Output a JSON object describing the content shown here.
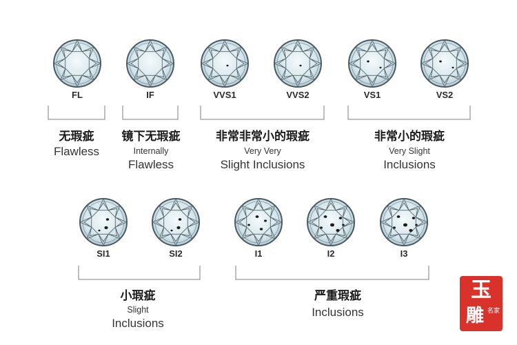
{
  "gems": [
    {
      "id": "fl",
      "label": "FL",
      "inclusions": 0
    },
    {
      "id": "if",
      "label": "IF",
      "inclusions": 0
    },
    {
      "id": "vvs1",
      "label": "VVS1",
      "inclusions": 1
    },
    {
      "id": "vvs2",
      "label": "VVS2",
      "inclusions": 1
    },
    {
      "id": "vs1",
      "label": "VS1",
      "inclusions": 2
    },
    {
      "id": "vs2",
      "label": "VS2",
      "inclusions": 2
    },
    {
      "id": "si1",
      "label": "SI1",
      "inclusions": 3
    },
    {
      "id": "si2",
      "label": "SI2",
      "inclusions": 3
    },
    {
      "id": "i1",
      "label": "I1",
      "inclusions": 4
    },
    {
      "id": "i2",
      "label": "I2",
      "inclusions": 5
    },
    {
      "id": "i3",
      "label": "I3",
      "inclusions": 5
    }
  ],
  "groups": {
    "flawless": {
      "cn": "无瑕疵",
      "en_line1": "Flawless",
      "en_line2": ""
    },
    "internally_flawless": {
      "cn": "镜下无瑕疵",
      "en_line1": "Internally",
      "en_line2": "Flawless"
    },
    "vvs": {
      "cn": "非常非常小的瑕疵",
      "en_line1": "Very Very",
      "en_line2": "Slight Inclusions"
    },
    "vs": {
      "cn": "非常小的瑕疵",
      "en_line1": "Very Slight",
      "en_line2": "Inclusions"
    },
    "si": {
      "cn": "小瑕疵",
      "en_line1": "Slight",
      "en_line2": "Inclusions"
    },
    "i": {
      "cn": "严重瑕疵",
      "en_line1": "Inclusions",
      "en_line2": ""
    }
  },
  "seal": {
    "top": "玉",
    "bottom": "雕",
    "side": "名家"
  },
  "colors": {
    "gem_fill": "#d8e8ee",
    "gem_stroke": "#4a5a62",
    "bracket": "#9a9a9a",
    "seal": "#d9322a"
  }
}
